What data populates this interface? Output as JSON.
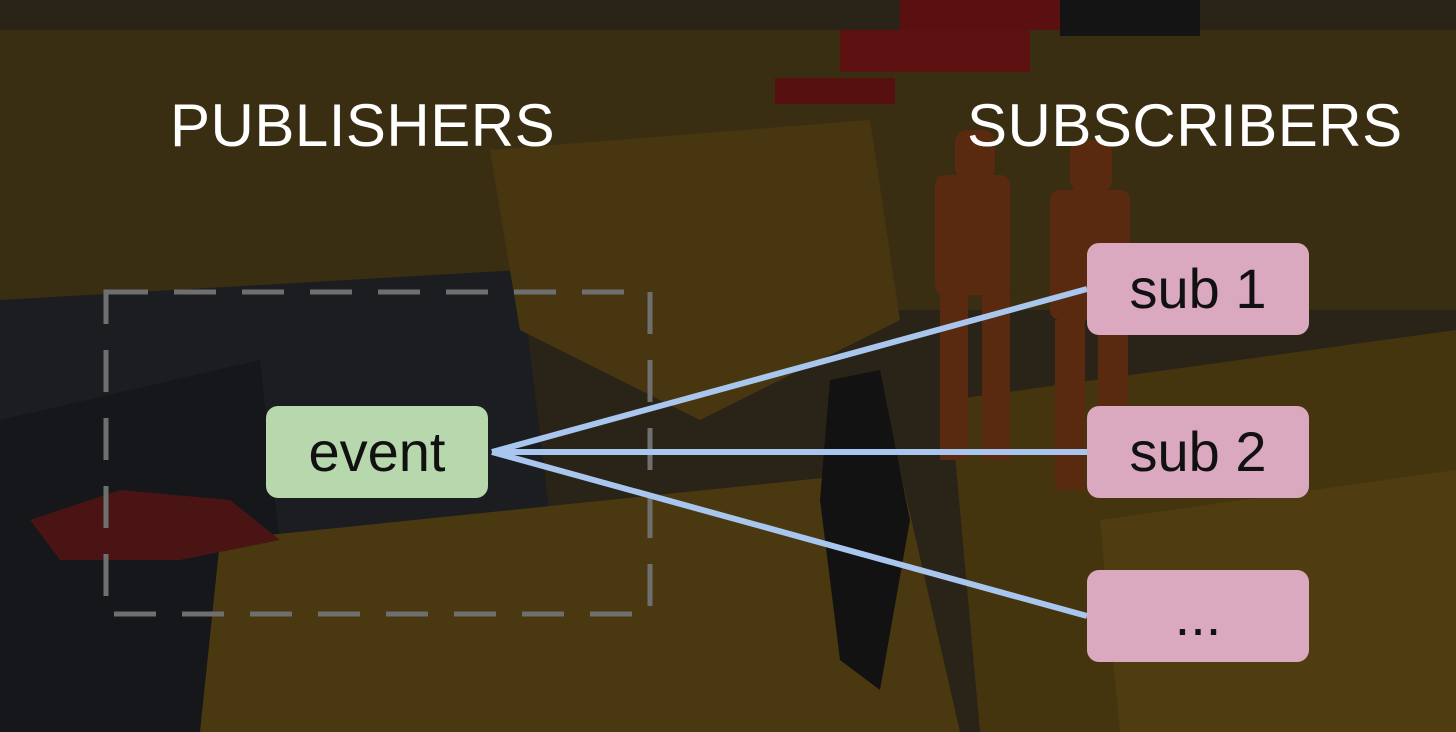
{
  "diagram": {
    "left_heading": "PUBLISHERS",
    "right_heading": "SUBSCRIBERS",
    "event_node": {
      "label": "event"
    },
    "subscriber_nodes": [
      {
        "label": "sub 1"
      },
      {
        "label": "sub 2"
      },
      {
        "label": "..."
      }
    ]
  },
  "colors": {
    "event_fill": "#b7d7ad",
    "subscriber_fill": "#dba9bf",
    "connector": "#a9c6ee",
    "dashed_border": "#6f6f6f",
    "heading_text": "#ffffff"
  }
}
